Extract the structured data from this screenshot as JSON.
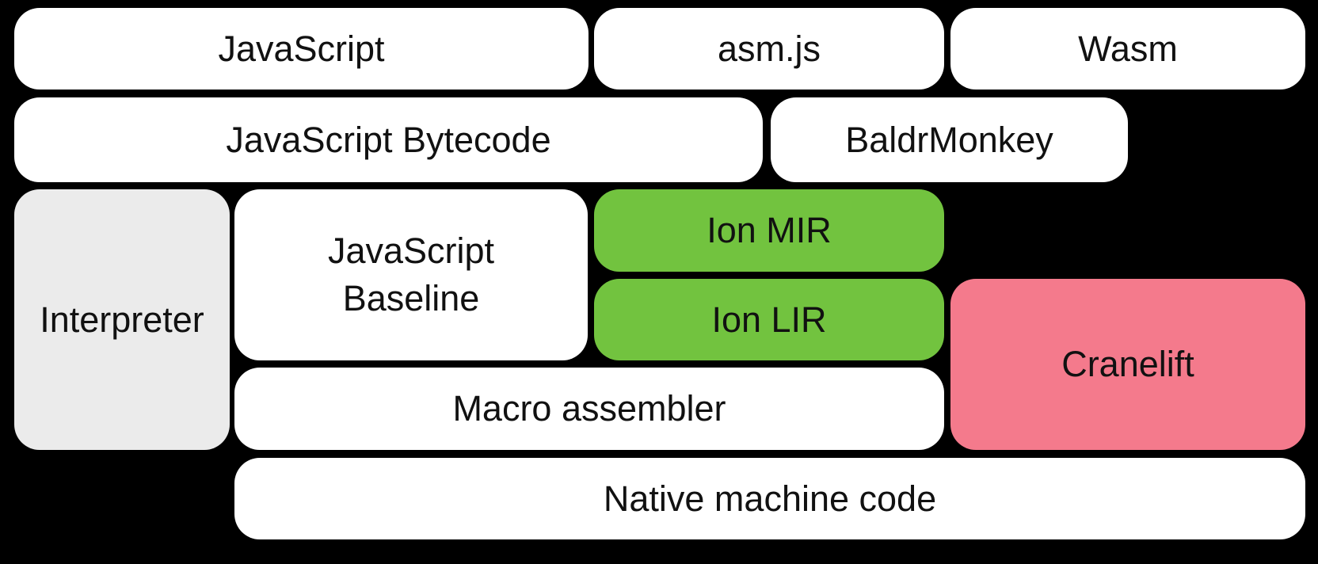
{
  "diagram": {
    "background": "#000000",
    "text_color": "#111111",
    "colors": {
      "white_box": "#ffffff",
      "gray_box": "#ebebeb",
      "green_box": "#72c33f",
      "pink_box": "#f47a8c"
    },
    "nodes": {
      "javascript": {
        "label": "JavaScript",
        "fill": "#ffffff"
      },
      "asmjs": {
        "label": "asm.js",
        "fill": "#ffffff"
      },
      "wasm": {
        "label": "Wasm",
        "fill": "#ffffff"
      },
      "bytecode": {
        "label": "JavaScript Bytecode",
        "fill": "#ffffff"
      },
      "baldrmonkey": {
        "label": "BaldrMonkey",
        "fill": "#ffffff"
      },
      "interpreter": {
        "label": "Interpreter",
        "fill": "#ebebeb"
      },
      "baseline": {
        "label": "JavaScript Baseline",
        "fill": "#ffffff"
      },
      "ion_mir": {
        "label": "Ion MIR",
        "fill": "#72c33f"
      },
      "ion_lir": {
        "label": "Ion LIR",
        "fill": "#72c33f"
      },
      "cranelift": {
        "label": "Cranelift",
        "fill": "#f47a8c"
      },
      "macro_assembler": {
        "label": "Macro assembler",
        "fill": "#ffffff"
      },
      "native_code": {
        "label": "Native machine code",
        "fill": "#ffffff"
      }
    }
  }
}
